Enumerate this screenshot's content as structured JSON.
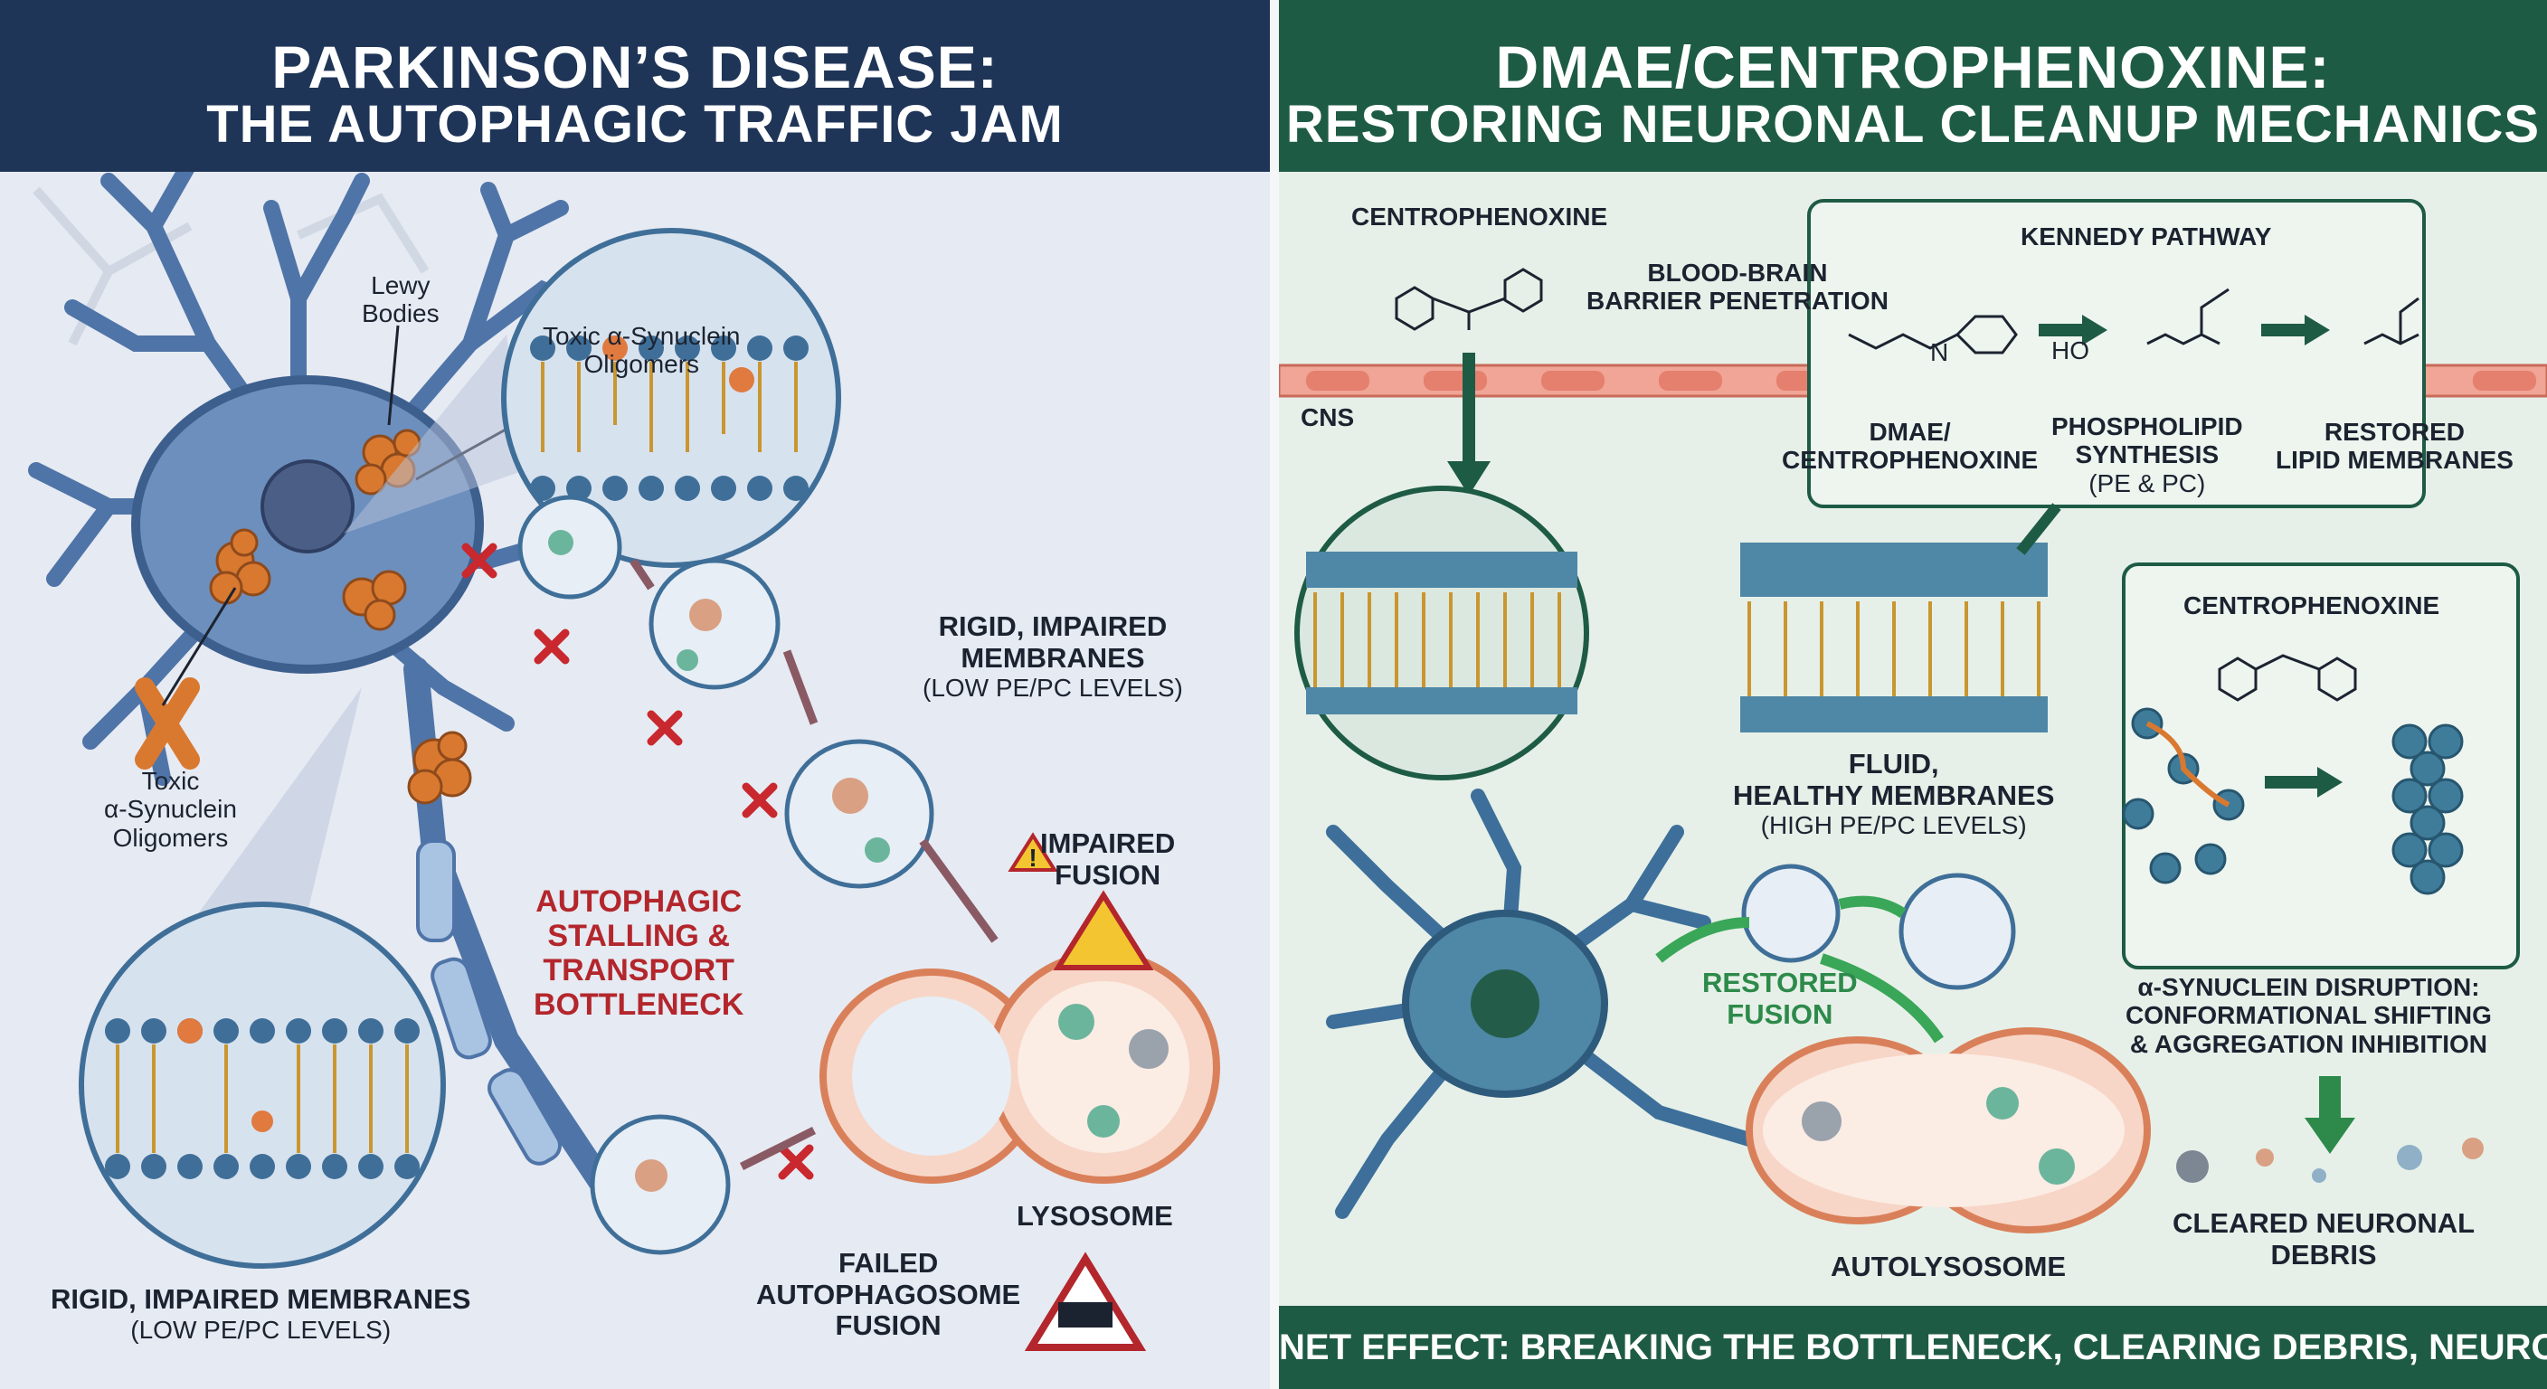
{
  "left": {
    "title_line1": "PARKINSON’S DISEASE:",
    "title_line2": "THE AUTOPHAGIC TRAFFIC JAM",
    "lewy_bodies": [
      "Lewy",
      "Bodies"
    ],
    "toxic_oligomers_top": [
      "Toxic α-Synuclein",
      "Oligomers"
    ],
    "toxic_oligomers_left": [
      "Toxic",
      "α-Synuclein",
      "Oligomers"
    ],
    "rigid_top": [
      "RIGID, IMPAIRED",
      "MEMBRANES"
    ],
    "rigid_top_levels": "(LOW PE/PC LEVELS)",
    "impaired_fusion": [
      "IMPAIRED",
      "FUSION"
    ],
    "autophagic_stalling": [
      "AUTOPHAGIC",
      "STALLING &",
      "TRANSPORT",
      "BOTTLENECK"
    ],
    "lysosome": "LYSOSOME",
    "failed_fusion": [
      "FAILED",
      "AUTOPHAGOSOME",
      "FUSION"
    ],
    "rigid_bottom": "RIGID, IMPAIRED MEMBRANES",
    "rigid_bottom_levels": "(LOW PE/PC LEVELS)"
  },
  "right": {
    "title_line1": "DMAE/CENTROPHENOXINE:",
    "title_line2": "RESTORING NEURONAL CLEANUP MECHANICS",
    "centrophenoxine_top": "CENTROPHENOXINE",
    "bbb": [
      "BLOOD-BRAIN",
      "BARRIER PENETRATION"
    ],
    "cns": "CNS",
    "kennedy_title": "KENNEDY PATHWAY",
    "dmae": [
      "DMAE/",
      "CENTROPHENOXINE"
    ],
    "phospholipid": [
      "PHOSPHOLIPID",
      "SYNTHESIS",
      "(PE & PC)"
    ],
    "restored_lipid": [
      "RESTORED",
      "LIPID MEMBRANES"
    ],
    "fluid": [
      "FLUID,",
      "HEALTHY MEMBRANES"
    ],
    "fluid_levels": "(HIGH PE/PC LEVELS)",
    "centrophenoxine_box": "CENTROPHENOXINE",
    "restored_fusion": [
      "RESTORED",
      "FUSION"
    ],
    "syn_disruption": [
      "α-SYNUCLEIN DISRUPTION:",
      "CONFORMATIONAL SHIFTING",
      "& AGGREGATION INHIBITION"
    ],
    "autolysosome": "AUTOLYSOSOME",
    "cleared": [
      "CLEARED NEURONAL",
      "DEBRIS"
    ],
    "chem_ho": "HO",
    "chem_n": "N"
  },
  "footer": "NET EFFECT: BREAKING THE BOTTLENECK, CLEARING DEBRIS, NEUROPROTECTION",
  "colors": {
    "left_header": "#1f3558",
    "right_header": "#1e5b45",
    "alarm_red": "#b3262c",
    "restore_green": "#2d8a4a",
    "neuron_blue": "#4f74a8",
    "aggregate_orange": "#d9792f"
  }
}
